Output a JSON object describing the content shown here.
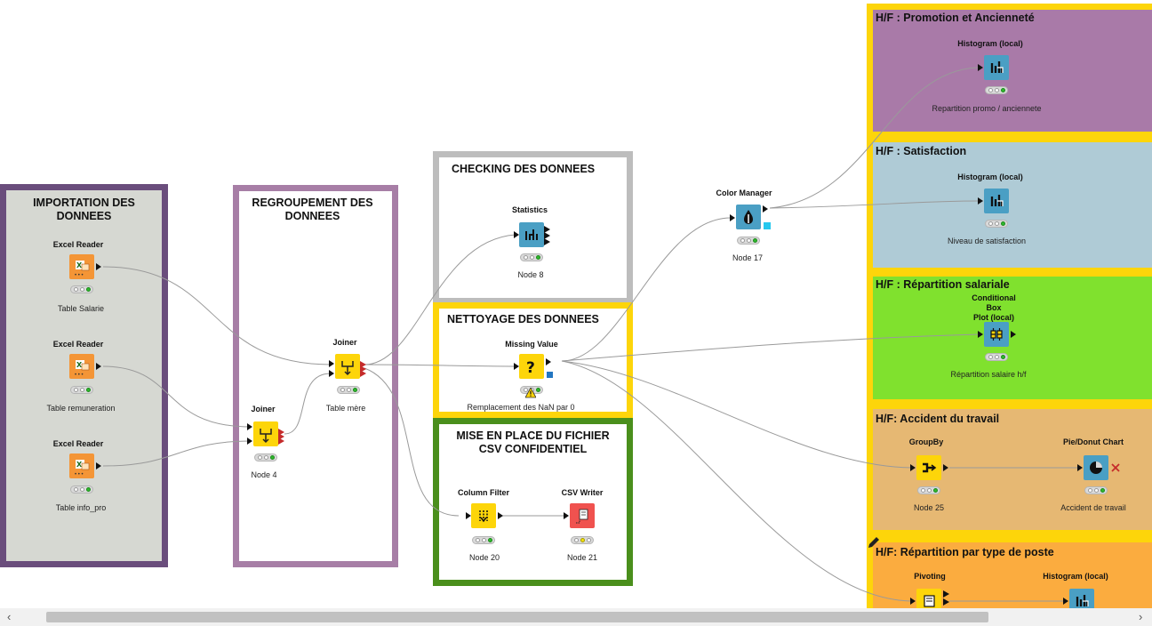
{
  "annotations": [
    {
      "id": "importation",
      "title": "IMPORTATION DES\nDONNEES",
      "bg": "#d6d8d2",
      "border": "#6a4d7c"
    },
    {
      "id": "regroupement",
      "title": "REGROUPEMENT DES\nDONNEES",
      "bg": "#ffffff",
      "border": "#a77ea6"
    },
    {
      "id": "checking",
      "title": "CHECKING DES DONNEES",
      "bg": "#ffffff",
      "border": "#bdbdbd"
    },
    {
      "id": "nettoyage",
      "title": "NETTOYAGE DES DONNEES",
      "bg": "#ffffff",
      "border": "#fdd50a"
    },
    {
      "id": "csv",
      "title": "MISE EN PLACE DU FICHIER\nCSV CONFIDENTIEL",
      "bg": "#ffffff",
      "border": "#4a8f1c"
    },
    {
      "id": "promotion",
      "title": "H/F : Promotion et Ancienneté",
      "bg": "#a97aa8",
      "border": "#fdd50a"
    },
    {
      "id": "satisfaction",
      "title": "H/F : Satisfaction",
      "bg": "#afcbd6",
      "border": "#fdd50a"
    },
    {
      "id": "salariale",
      "title": "H/F : Répartition salariale",
      "bg": "#80e12e",
      "border": "#fdd50a"
    },
    {
      "id": "accident",
      "title": "H/F: Accident du travail",
      "bg": "#e6b873",
      "border": "#fdd50a"
    },
    {
      "id": "poste",
      "title": "H/F: Répartition par type de poste",
      "bg": "#fbac3f",
      "border": "#fdd50a"
    }
  ],
  "nodes": [
    {
      "id": "excel1",
      "type": "Excel Reader",
      "label": "Table Salarie",
      "color": "#f49536",
      "icon": "excel-reader-icon"
    },
    {
      "id": "excel2",
      "type": "Excel Reader",
      "label": "Table remuneration",
      "color": "#f49536",
      "icon": "excel-reader-icon"
    },
    {
      "id": "excel3",
      "type": "Excel Reader",
      "label": "Table info_pro",
      "color": "#f49536",
      "icon": "excel-reader-icon"
    },
    {
      "id": "joiner1",
      "type": "Joiner",
      "label": "Table mère",
      "color": "#fdd50a",
      "icon": "joiner-icon"
    },
    {
      "id": "joiner2",
      "type": "Joiner",
      "label": "Node 4",
      "color": "#fdd50a",
      "icon": "joiner-icon"
    },
    {
      "id": "statistics",
      "type": "Statistics",
      "label": "Node 8",
      "color": "#4a9fc4",
      "icon": "statistics-icon"
    },
    {
      "id": "missing",
      "type": "Missing Value",
      "label": "Remplacement des NaN par 0",
      "color": "#fdd50a",
      "icon": "missing-value-icon"
    },
    {
      "id": "colfilter",
      "type": "Column Filter",
      "label": "Node 20",
      "color": "#fdd50a",
      "icon": "column-filter-icon"
    },
    {
      "id": "csvwriter",
      "type": "CSV Writer",
      "label": "Node 21",
      "color": "#f0524f",
      "icon": "csv-writer-icon"
    },
    {
      "id": "colormgr",
      "type": "Color Manager",
      "label": "Node 17",
      "color": "#4a9fc4",
      "icon": "color-manager-icon"
    },
    {
      "id": "hist1",
      "type": "Histogram (local)",
      "label": "Repartition promo / anciennete",
      "color": "#4a9fc4",
      "icon": "histogram-icon"
    },
    {
      "id": "hist2",
      "type": "Histogram (local)",
      "label": "Niveau de satisfaction",
      "color": "#4a9fc4",
      "icon": "histogram-icon"
    },
    {
      "id": "condbox",
      "type": "Conditional Box\nPlot (local)",
      "label": "Répartition salaire h/f",
      "color": "#4a9fc4",
      "icon": "box-plot-icon"
    },
    {
      "id": "groupby",
      "type": "GroupBy",
      "label": "Node 25",
      "color": "#fdd50a",
      "icon": "groupby-icon"
    },
    {
      "id": "piechart",
      "type": "Pie/Donut Chart",
      "label": "Accident de travail",
      "color": "#4a9fc4",
      "icon": "pie-chart-icon"
    },
    {
      "id": "pivoting",
      "type": "Pivoting",
      "label": "",
      "color": "#fdd50a",
      "icon": "pivoting-icon"
    },
    {
      "id": "hist3",
      "type": "Histogram (local)",
      "label": "",
      "color": "#4a9fc4",
      "icon": "histogram-icon"
    }
  ],
  "scrollbar": {
    "left_arrow": "‹",
    "right_arrow": "›"
  }
}
